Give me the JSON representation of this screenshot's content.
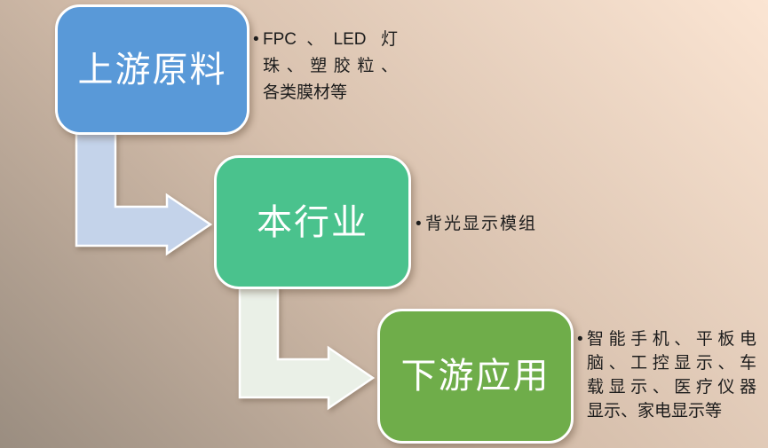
{
  "slide": {
    "background": {
      "top_right": "#fbe5d3",
      "mid": "#d6bfac",
      "bottom_left": "#9a8d80"
    },
    "text_color": "#1c1c1c"
  },
  "bullet_char": "•",
  "stages": [
    {
      "label": "上游原料",
      "color": "#5999d8",
      "bullet_lines": [
        "FPC、LED 灯",
        "珠、塑胶粒、",
        "各类膜材等"
      ]
    },
    {
      "label": "本行业",
      "color": "#4ac28d",
      "bullet_lines": [
        "背光显示模组"
      ]
    },
    {
      "label": "下游应用",
      "color": "#6fad4a",
      "bullet_lines": [
        "智能手机、平板电",
        "脑、工控显示、车",
        "载显示、医疗仪器",
        "显示、家电显示等"
      ]
    }
  ],
  "arrows": [
    {
      "name": "upstream-to-industry",
      "color": "#c4d3ea"
    },
    {
      "name": "industry-to-downstream",
      "color": "#eaf0e7"
    }
  ]
}
